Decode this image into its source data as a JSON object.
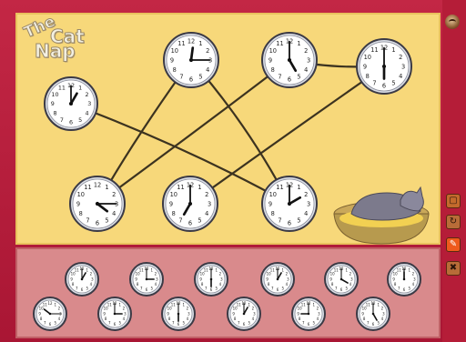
{
  "title": {
    "line1": "The",
    "line2": "Cat",
    "line3": "Nap"
  },
  "board_clocks": [
    {
      "id": "top-1",
      "hour": 12,
      "minute": 15
    },
    {
      "id": "top-2",
      "hour": 5,
      "minute": 0
    },
    {
      "id": "top-3",
      "hour": 6,
      "minute": 0
    },
    {
      "id": "left",
      "hour": 1,
      "minute": 0
    },
    {
      "id": "bottom-1",
      "hour": 4,
      "minute": 15
    },
    {
      "id": "bottom-2",
      "hour": 7,
      "minute": 0
    },
    {
      "id": "bottom-3",
      "hour": 2,
      "minute": 0
    }
  ],
  "tray_clocks": [
    {
      "hour": 1,
      "minute": 0
    },
    {
      "hour": 3,
      "minute": 0
    },
    {
      "hour": 6,
      "minute": 0
    },
    {
      "hour": 1,
      "minute": 0
    },
    {
      "hour": 4,
      "minute": 0
    },
    {
      "hour": 12,
      "minute": 0
    },
    {
      "hour": 10,
      "minute": 15
    },
    {
      "hour": 3,
      "minute": 0
    },
    {
      "hour": 6,
      "minute": 0
    },
    {
      "hour": 1,
      "minute": 0
    },
    {
      "hour": 9,
      "minute": 0
    },
    {
      "hour": 5,
      "minute": 0
    }
  ],
  "icons": {
    "top_knob": "knob-icon",
    "btn_a": "page-icon",
    "btn_b": "refresh-icon",
    "btn_c": "pencil-icon",
    "btn_d": "eraser-icon"
  },
  "colors": {
    "frame": "#b91d3a",
    "board": "#f7d87a",
    "tray": "#d98a8c",
    "clock_face": "#ffffff",
    "clock_rim": "#3b3a45",
    "path_line": "#3c3320"
  }
}
